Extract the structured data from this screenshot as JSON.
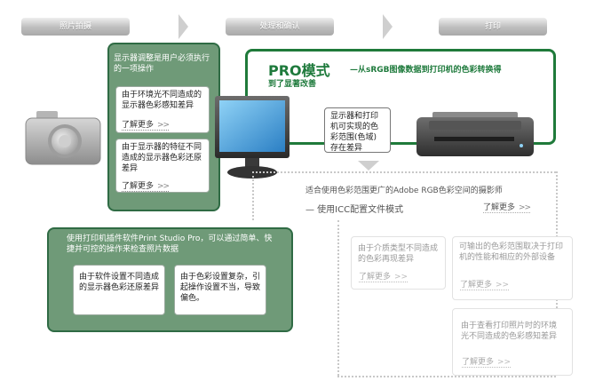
{
  "steps": [
    {
      "label": "照片拍摄"
    },
    {
      "label": "处理和确认"
    },
    {
      "label": "打印"
    }
  ],
  "panel_top": {
    "title": "显示器调整是用户必须执行的一项操作",
    "box1": "由于环境光不同造成的显示器色彩感知差异",
    "box2": "由于显示器的特征不同造成的显示器色彩还原差异",
    "more": "了解更多",
    "chev": "»"
  },
  "panel_bottom": {
    "title": "使用打印机插件软件Print Studio Pro，可以通过简单、快捷并可控的操作来检查照片数据",
    "box1": "由于软件设置不同造成的显示器色彩还原差异",
    "box2": "由于色彩设置复杂，引起操作设置不当，导致偏色。"
  },
  "pro": {
    "title": "PRO模式",
    "subtitle": "—从sRGB图像数据到打印机的色彩转换得",
    "subtitle2": "到了显著改善",
    "diff_box": "显示器和打印机可实现的色彩范围(色域)存在差异"
  },
  "icc": {
    "line1": "适合使用色彩范围更广的Adobe RGB色彩空间的摄影师",
    "line2": "— 使用ICC配置文件模式",
    "more": "了解更多"
  },
  "gray_boxes": [
    {
      "text": "由于介质类型不同造成的色彩再现差异",
      "more": "了解更多"
    },
    {
      "text": "可输出的色彩范围取决于打印机的性能和相应的外部设备",
      "more": "了解更多"
    },
    {
      "text": "由于查看打印照片时的环境光不同造成的色彩感知差异",
      "more": "了解更多"
    }
  ],
  "icons": {
    "camera": "camera-icon",
    "monitor": "monitor-icon",
    "printer": "printer-icon"
  },
  "colors": {
    "green_panel": "#6f9a78",
    "green_border": "#2f6b44",
    "pro_green": "#1e7a3c"
  }
}
